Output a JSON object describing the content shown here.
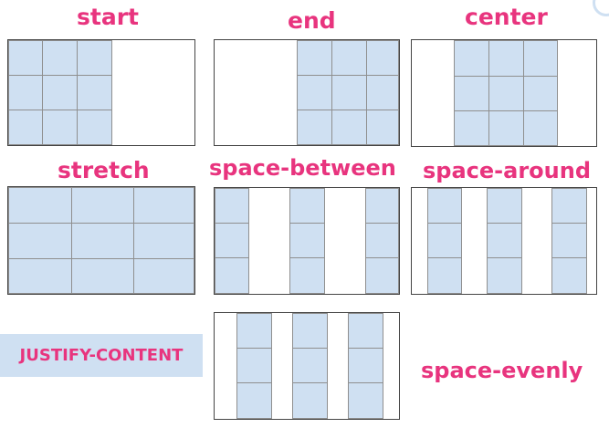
{
  "title": "JUSTIFY-CONTENT",
  "colors": {
    "accent": "#e8347e",
    "cell": "#cfe0f2",
    "border": "#444444"
  },
  "examples": [
    {
      "value": "start"
    },
    {
      "value": "end"
    },
    {
      "value": "center"
    },
    {
      "value": "stretch"
    },
    {
      "value": "space-between"
    },
    {
      "value": "space-around"
    },
    {
      "value": "space-evenly"
    }
  ]
}
